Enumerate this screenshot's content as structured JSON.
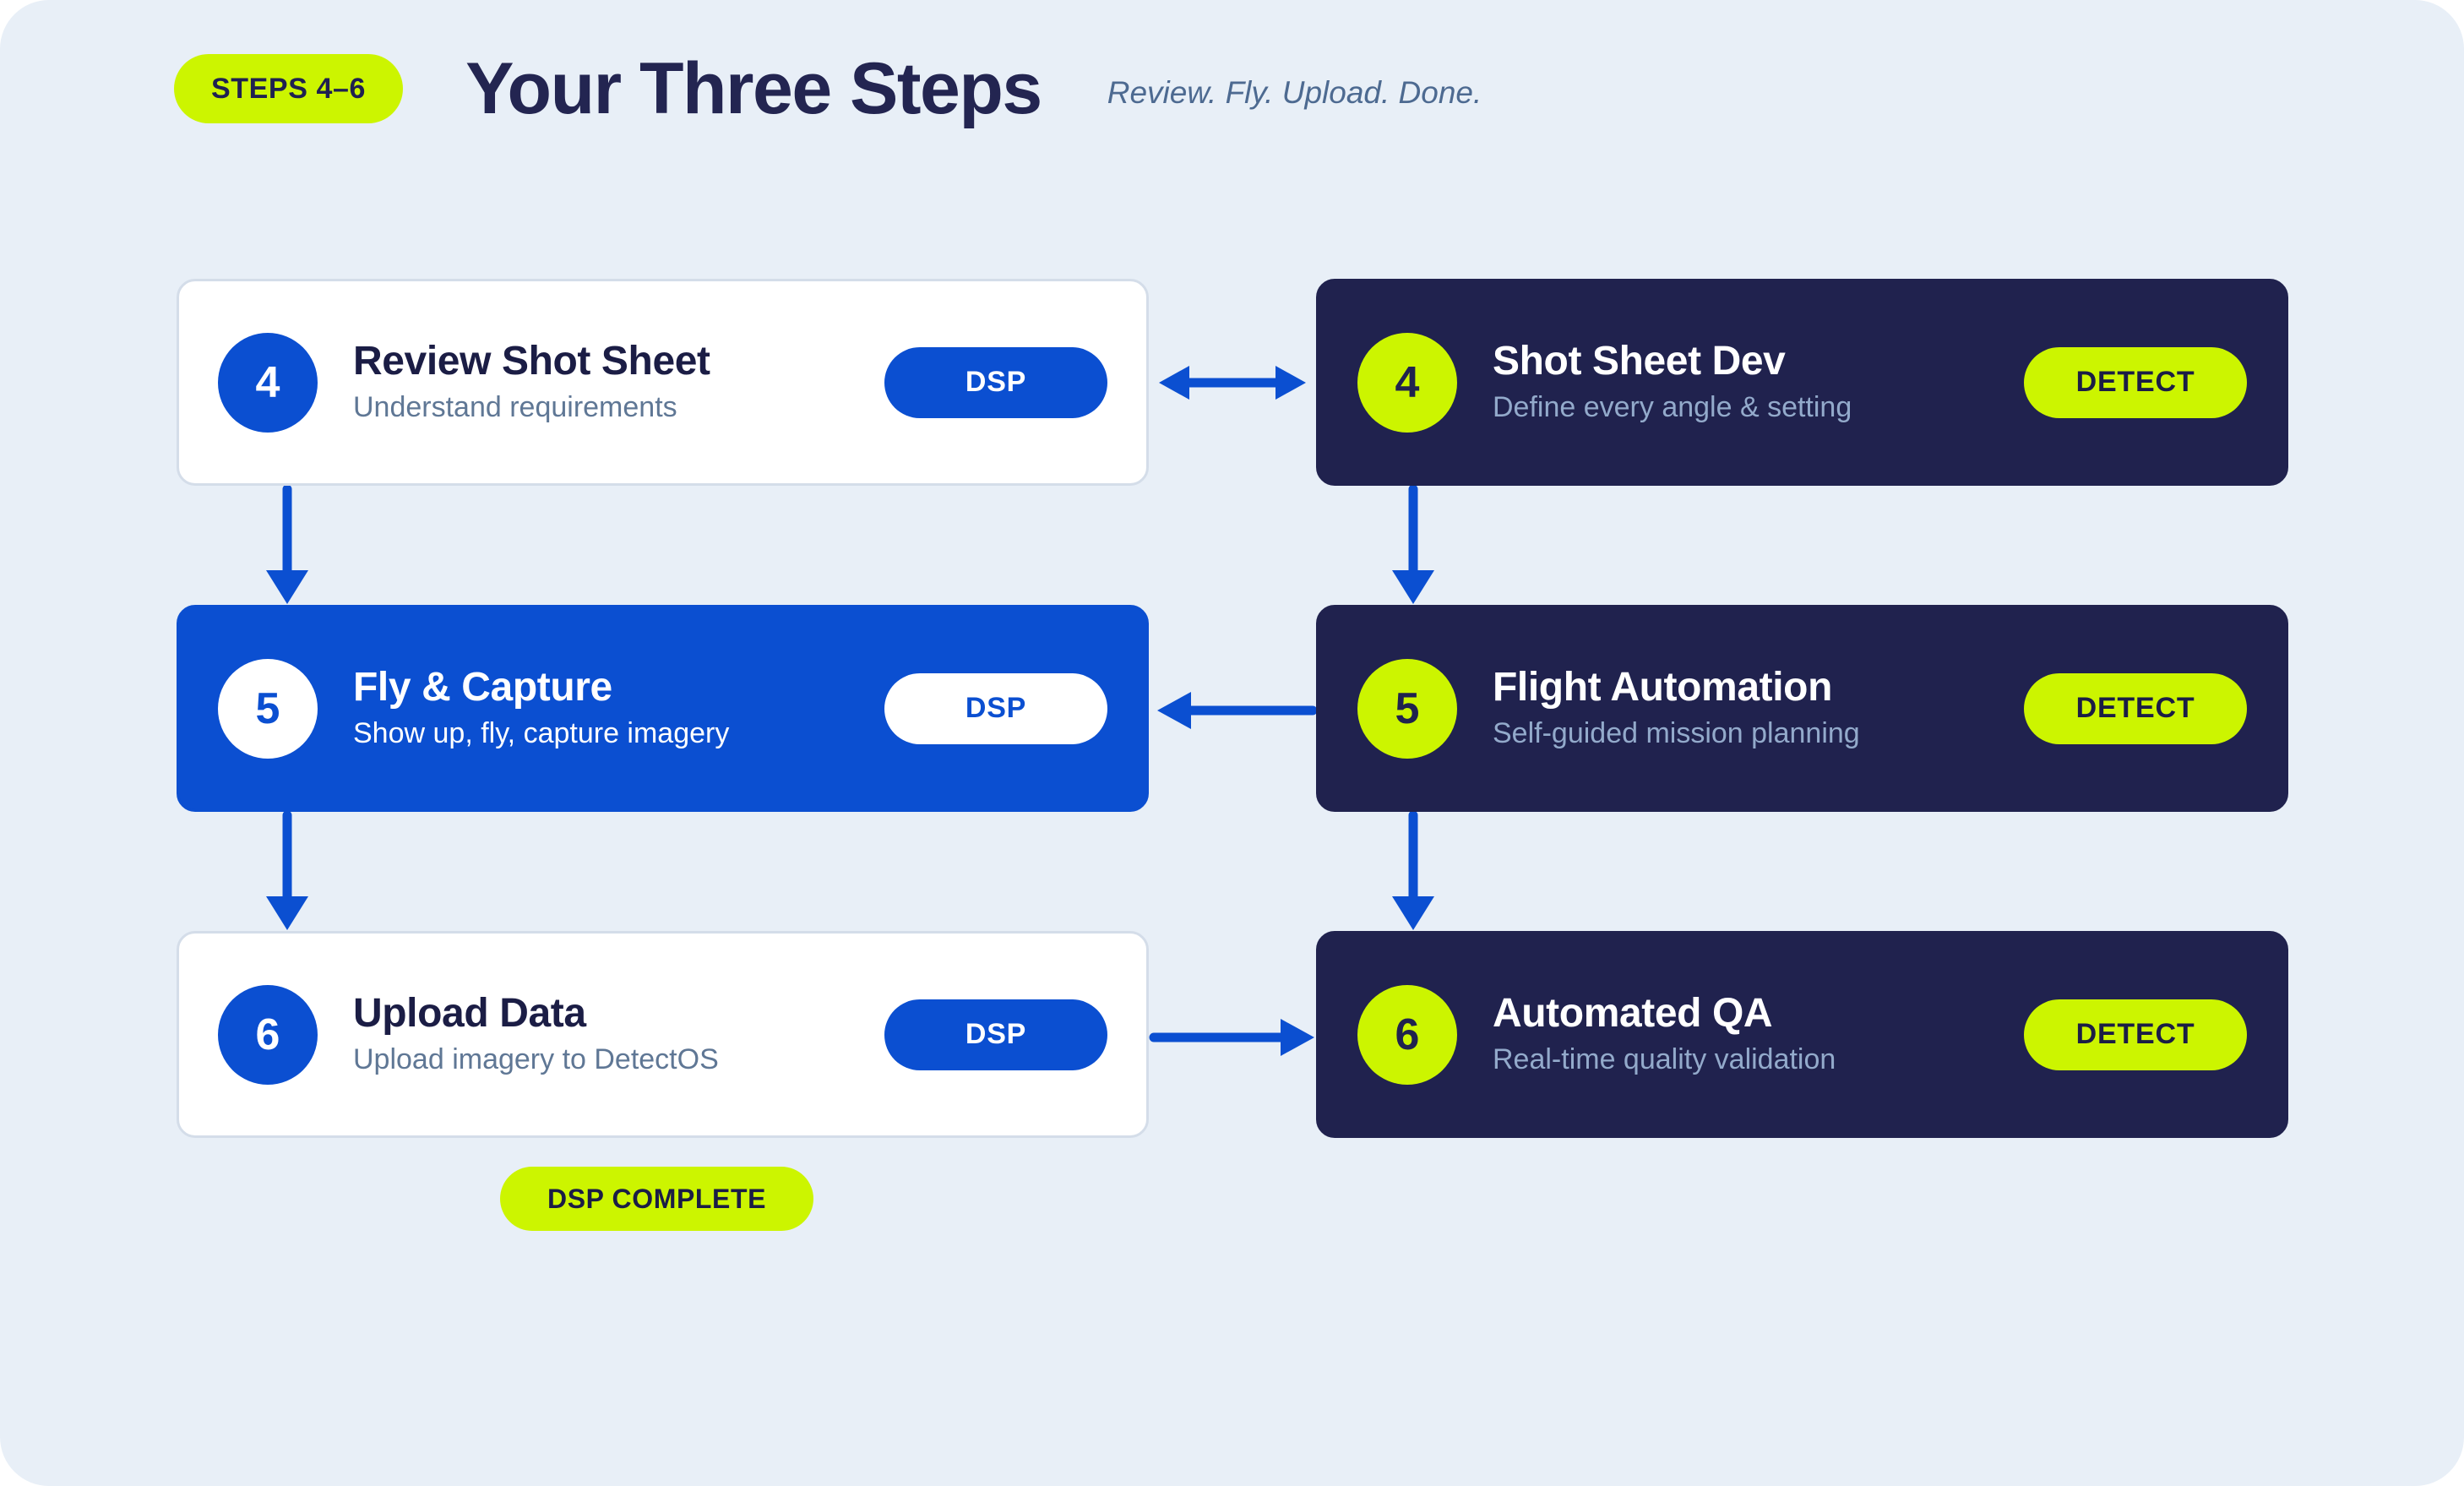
{
  "header": {
    "badge": "STEPS 4–6",
    "title": "Your Three Steps",
    "subtitle": "Review. Fly. Upload. Done."
  },
  "colors": {
    "background": "#e8eff7",
    "blue": "#0b4fd1",
    "navy": "#20224e",
    "lime": "#ccf500",
    "white": "#ffffff",
    "card_border": "#d4dde9",
    "muted_text": "#5f7795",
    "muted_text_dark": "#93aacb"
  },
  "rows": [
    {
      "left": {
        "number": "4",
        "title": "Review Shot Sheet",
        "subtitle": "Understand requirements",
        "tag": "DSP"
      },
      "right": {
        "number": "4",
        "title": "Shot Sheet Dev",
        "subtitle": "Define every angle & setting",
        "tag": "DETECT"
      },
      "connector": "bidirectional"
    },
    {
      "left": {
        "number": "5",
        "title": "Fly & Capture",
        "subtitle": "Show up, fly, capture imagery",
        "tag": "DSP"
      },
      "right": {
        "number": "5",
        "title": "Flight Automation",
        "subtitle": "Self-guided mission planning",
        "tag": "DETECT"
      },
      "connector": "left"
    },
    {
      "left": {
        "number": "6",
        "title": "Upload Data",
        "subtitle": "Upload imagery to DetectOS",
        "tag": "DSP"
      },
      "right": {
        "number": "6",
        "title": "Automated QA",
        "subtitle": "Real-time quality validation",
        "tag": "DETECT"
      },
      "connector": "right"
    }
  ],
  "footer": {
    "complete_badge": "DSP COMPLETE"
  }
}
